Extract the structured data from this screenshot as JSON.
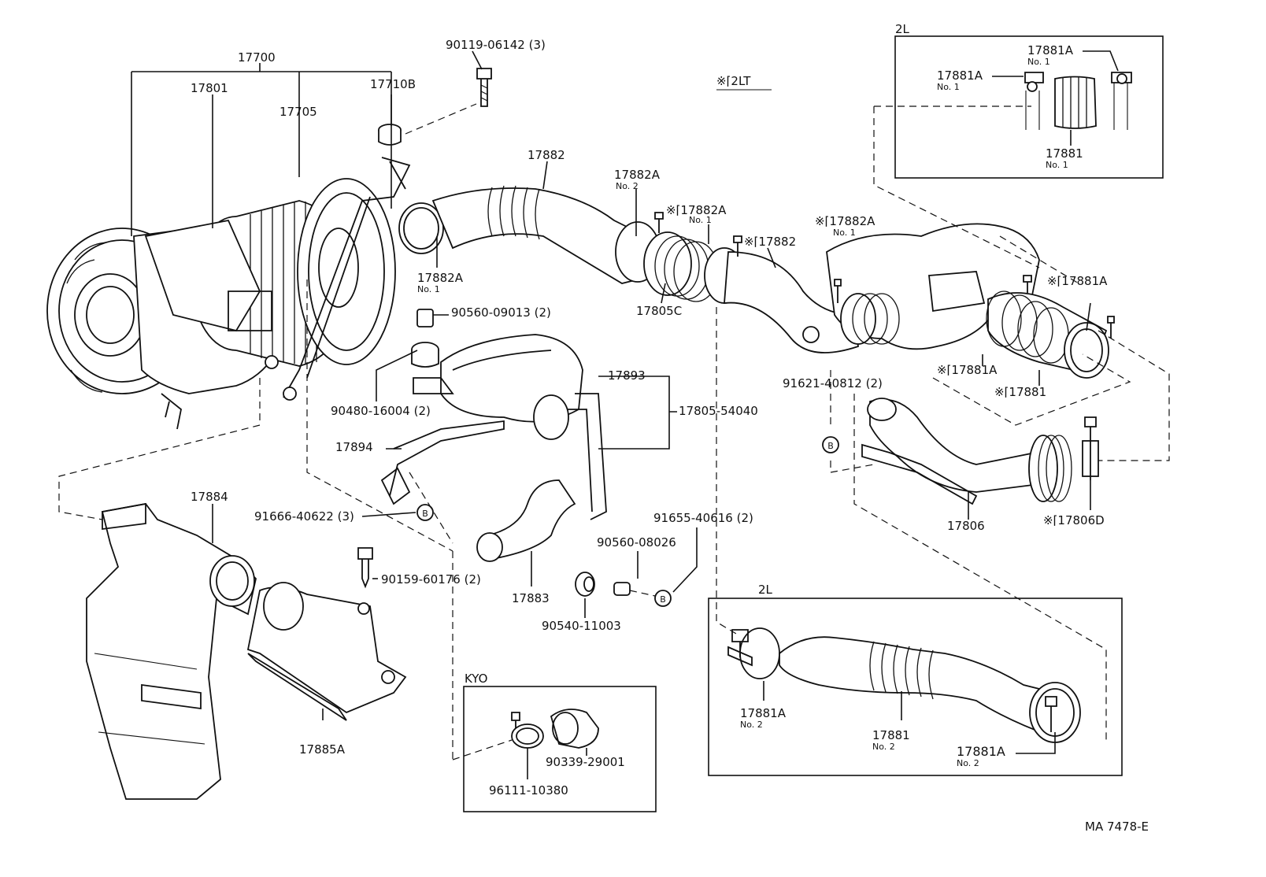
{
  "labels": {
    "p17700": "17700",
    "p17801": "17801",
    "p17705": "17705",
    "p17710b": "17710B",
    "p90119": "90119-06142 (3)",
    "note_2lt": "※⌈2LT",
    "p17882": "17882",
    "p17882a_no2": "17882A",
    "no2_a": "No. 2",
    "p17882a_b": "※⌈17882A",
    "no1_b": "No. 1",
    "p17882a_c": "※⌈17882A",
    "no1_c": "No. 1",
    "p17882_b": "※⌈17882",
    "p17882a_no1": "17882A",
    "no1_a": "No. 1",
    "p17805c": "17805C",
    "p90560_09013": "90560-09013 (2)",
    "p90480": "90480-16004 (2)",
    "p17893": "17893",
    "p17805_54040": "17805-54040",
    "p17894": "17894",
    "p91666": "91666-40622 (3)",
    "p17884": "17884",
    "p90159": "90159-60176 (2)",
    "p17885a": "17885A",
    "p17883": "17883",
    "p90560_08026": "90560-08026",
    "p91655": "91655-40616 (2)",
    "p90540": "90540-11003",
    "kyo": "KYO",
    "p90339": "90339-29001",
    "p96111": "96111-10380",
    "p17881a_r1": "※⌈17881A",
    "p17881a_r2": "※⌈17881A",
    "p17881_r": "※⌈17881",
    "p91621": "91621-40812 (2)",
    "p17806": "17806",
    "p17806d": "※⌈17806D",
    "box1_tag": "2L",
    "box1_17881a_r": "17881A",
    "box1_no1_r": "No. 1",
    "box1_17881a_l": "17881A",
    "box1_no1_l": "No. 1",
    "box1_17881": "17881",
    "box1_no1_c": "No. 1",
    "box2_tag": "2L",
    "box2_17881a_l": "17881A",
    "box2_no2_l": "No. 2",
    "box2_17881": "17881",
    "box2_no2_c": "No. 2",
    "box2_17881a_r": "17881A",
    "box2_no2_r": "No. 2",
    "ref_b": "B",
    "code": "MA 7478-E"
  }
}
